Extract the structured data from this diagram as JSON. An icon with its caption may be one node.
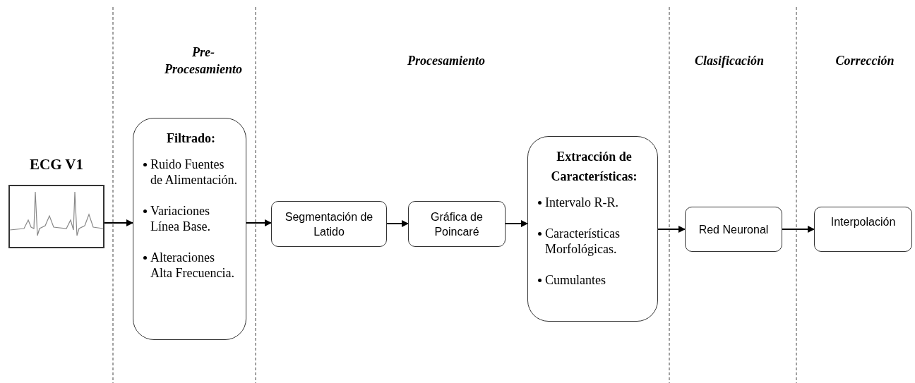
{
  "diagram": {
    "nodes": [
      {
        "text": [
          "ECG V1"
        ]
      },
      {
        "text": [
          "Filtrado:",
          "Ruido Fuentes de Alimentación.",
          "Variaciones Línea Base.",
          "Alteraciones Alta Frecuencia."
        ]
      },
      {
        "text": [
          "Segmentación de Latido"
        ]
      },
      {
        "text": [
          "Gráfica de Poincaré"
        ]
      },
      {
        "text": [
          "Extracción de Características:",
          "Intervalo R-R.",
          "Características Morfológicas.",
          "Cumulantes"
        ]
      },
      {
        "text": [
          "Red Neuronal"
        ]
      },
      {
        "text": [
          "Interpolación"
        ]
      }
    ],
    "edges": [
      {
        "from": 0,
        "to": 1,
        "arrow": "to"
      },
      {
        "from": 1,
        "to": 2,
        "arrow": "to"
      },
      {
        "from": 2,
        "to": 3,
        "arrow": "to"
      },
      {
        "from": 3,
        "to": 4,
        "arrow": "to"
      },
      {
        "from": 4,
        "to": 5,
        "arrow": "to"
      },
      {
        "from": 5,
        "to": 6,
        "arrow": "to"
      }
    ],
    "labels": [
      "Pre- Procesamiento",
      "Procesamiento",
      "Clasificación",
      "Corrección"
    ]
  }
}
